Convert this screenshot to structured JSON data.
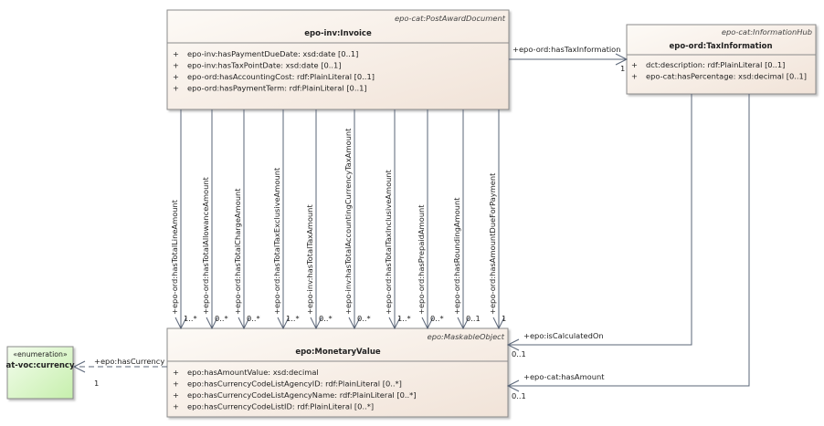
{
  "invoice": {
    "stereotype": "epo-cat:PostAwardDocument",
    "name": "epo-inv:Invoice",
    "attributes": [
      "epo-inv:hasPaymentDueDate: xsd:date [0..1]",
      "epo-inv:hasTaxPointDate: xsd:date [0..1]",
      "epo-ord:hasAccountingCost: rdf:PlainLiteral [0..1]",
      "epo-ord:hasPaymentTerm: rdf:PlainLiteral [0..1]"
    ]
  },
  "tax": {
    "stereotype": "epo-cat:InformationHub",
    "name": "epo-ord:TaxInformation",
    "attributes": [
      "dct:description: rdf:PlainLiteral [0..1]",
      "epo-cat:hasPercentage: xsd:decimal [0..1]"
    ]
  },
  "monetary": {
    "stereotype": "epo:MaskableObject",
    "name": "epo:MonetaryValue",
    "attributes": [
      "epo:hasAmountValue: xsd:decimal",
      "epo:hasCurrencyCodeListAgencyID: rdf:PlainLiteral [0..*]",
      "epo:hasCurrencyCodeListAgencyName: rdf:PlainLiteral [0..*]",
      "epo:hasCurrencyCodeListID: rdf:PlainLiteral [0..*]"
    ]
  },
  "currency": {
    "stereotype": "«enumeration»",
    "name": "at-voc:currency"
  },
  "plus": "+",
  "associations": {
    "tax_info": {
      "label": "+epo-ord:hasTaxInformation",
      "mult": "1"
    },
    "calculated_on": {
      "label": "+epo:isCalculatedOn",
      "mult": "0..1"
    },
    "has_amount": {
      "label": "+epo-cat:hasAmount",
      "mult": "0..1"
    },
    "has_currency": {
      "label": "+epo:hasCurrency",
      "mult": "1"
    },
    "amounts": [
      {
        "label": "+epo-ord:hasTotalLineAmount",
        "mult": "1..*"
      },
      {
        "label": "+epo-ord:hasTotalAllowanceAmount",
        "mult": "0..*"
      },
      {
        "label": "+epo-ord:hasTotalChargeAmount",
        "mult": "0..*"
      },
      {
        "label": "+epo-ord:hasTotalTaxExclusiveAmount",
        "mult": "1..*"
      },
      {
        "label": "+epo-inv:hasTotalTaxAmount",
        "mult": "0..*"
      },
      {
        "label": "+epo-inv:hasTotalAccountingCurrencyTaxAmount",
        "mult": "0..*"
      },
      {
        "label": "+epo-ord:hasTotalTaxInclusiveAmount",
        "mult": "1..*"
      },
      {
        "label": "+epo-ord:hasPrepaidAmount",
        "mult": "0..*"
      },
      {
        "label": "+epo-ord:hasRoundingAmount",
        "mult": "0..1"
      },
      {
        "label": "+epo-ord:hasAmountDueForPayment",
        "mult": "1"
      }
    ]
  },
  "colors": {
    "class_fill_start": "#fdfaf6",
    "class_fill_end": "#f3e6dc",
    "enum_fill_start": "#f2fcec",
    "enum_fill_end": "#c8f0b0",
    "line": "#5a6577"
  }
}
